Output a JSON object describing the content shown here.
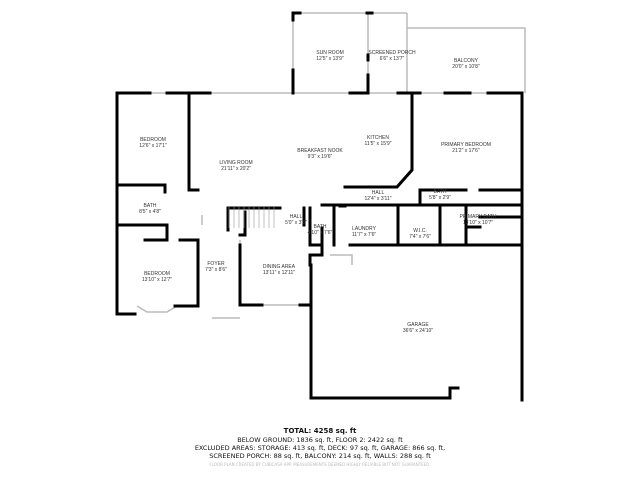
{
  "rooms": [
    {
      "name": "BEDROOM",
      "dims": "12'6\" x 17'1\""
    },
    {
      "name": "LIVING ROOM",
      "dims": "21'11\" x 20'2\""
    },
    {
      "name": "BREAKFAST NOOK",
      "dims": "9'3\" x 19'6\""
    },
    {
      "name": "KITCHEN",
      "dims": "11'5\" x 15'9\""
    },
    {
      "name": "PRIMARY BEDROOM",
      "dims": "21'2\" x 17'6\""
    },
    {
      "name": "SUN ROOM",
      "dims": "12'5\" x 13'9\""
    },
    {
      "name": "SCREENED PORCH",
      "dims": "6'6\" x 13'7\""
    },
    {
      "name": "BALCONY",
      "dims": "20'0\" x 10'8\""
    },
    {
      "name": "BATH",
      "dims": "8'5\" x 4'8\""
    },
    {
      "name": "HALL",
      "dims": "12'4\" x 3'11\""
    },
    {
      "name": "BATH",
      "dims": "5'8\" x 2'9\""
    },
    {
      "name": "HALL",
      "dims": "5'0\" x 3'8\""
    },
    {
      "name": "BATH",
      "dims": "4'10\" x 7'6\""
    },
    {
      "name": "LAUNDRY",
      "dims": "11'7\" x 7'6\""
    },
    {
      "name": "W.I.C.",
      "dims": "7'4\" x 7'6\""
    },
    {
      "name": "PRIMARY BATH",
      "dims": "13'10\" x 10'7\""
    },
    {
      "name": "FOYER",
      "dims": "7'3\" x 8'6\""
    },
    {
      "name": "DINING AREA",
      "dims": "13'11\" x 12'11\""
    },
    {
      "name": "BEDROOM",
      "dims": "13'10\" x 12'7\""
    },
    {
      "name": "GARAGE",
      "dims": "36'6\" x 24'10\""
    }
  ],
  "summary": {
    "total": "TOTAL: 4258 sq. ft",
    "line1": "BELOW GROUND: 1836 sq. ft, FLOOR 2: 2422 sq. ft",
    "line2": "EXCLUDED AREAS: STORAGE: 413 sq. ft, DECK: 97 sq. ft, GARAGE: 866 sq. ft,",
    "line3": "SCREENED PORCH: 88 sq. ft, BALCONY: 214 sq. ft, WALLS: 288 sq. ft",
    "credit": "FLOOR PLAN CREATED BY CUBICASA APP. MEASUREMENTS DEEMED HIGHLY RELIABLE BUT NOT GUARANTEED."
  },
  "colors": {
    "wall": "#000000",
    "window": "#bbbbbb",
    "text": "#333333"
  }
}
